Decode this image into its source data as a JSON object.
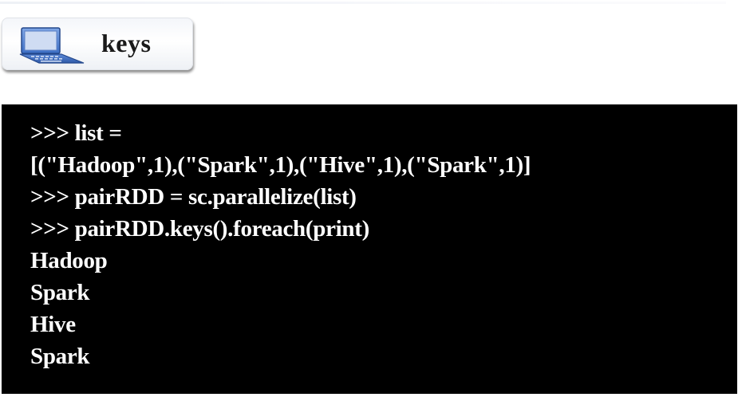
{
  "header": {
    "title": "keys",
    "icon": "laptop-icon"
  },
  "colors": {
    "console_bg": "#000000",
    "console_text": "#ffffff",
    "icon_blue": "#3d6fc6"
  },
  "console": {
    "lines": [
      ">>> list =",
      "[(\"Hadoop\",1),(\"Spark\",1),(\"Hive\",1),(\"Spark\",1)]",
      ">>> pairRDD = sc.parallelize(list)",
      ">>> pairRDD.keys().foreach(print)",
      "Hadoop",
      "Spark",
      "Hive",
      "Spark"
    ]
  }
}
